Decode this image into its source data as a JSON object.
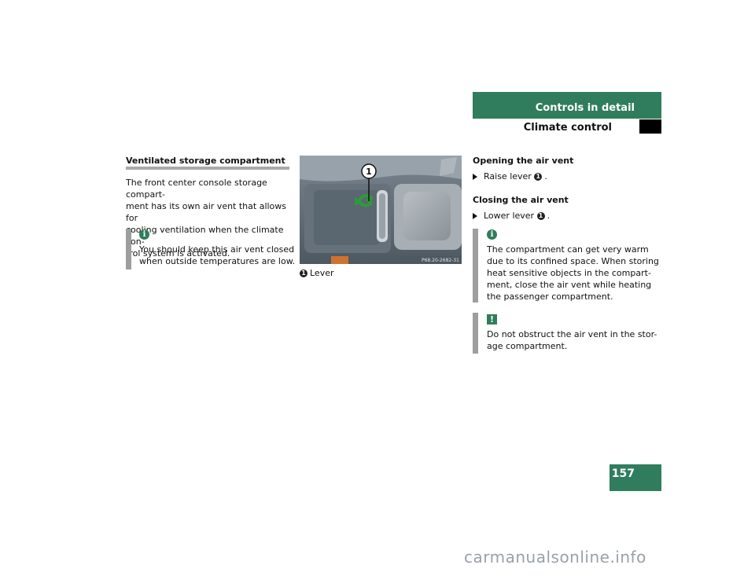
{
  "header": {
    "section": "Controls in detail",
    "subsection": "Climate control",
    "page_number": "157",
    "accent_color": "#2f7d5d"
  },
  "left": {
    "heading": "Ventilated storage compartment",
    "lines": [
      "The front center console storage compart-",
      "ment has its own air vent that allows for",
      "cooling ventilation when the climate con-",
      "trol system is activated."
    ],
    "info_icon": "i",
    "info_lines": [
      "You should keep this air vent closed",
      "when outside temperatures are low."
    ]
  },
  "figure": {
    "callout": "1",
    "code": "P68.20-2682-31",
    "caption_num": "1",
    "caption": "Lever"
  },
  "right": {
    "open_heading": "Opening the air vent",
    "open_step": "Raise lever",
    "open_num": "1",
    "close_heading": "Closing the air vent",
    "close_step": "Lower lever",
    "close_num": "1",
    "info_icon": "i",
    "info_lines": [
      "The compartment can get very warm",
      "due to its confined space. When storing",
      "heat sensitive objects in the compart-",
      "ment, close the air vent while heating",
      "the passenger compartment."
    ],
    "warn_icon": "!",
    "warn_lines": [
      "Do not obstruct the air vent in the stor-",
      "age compartment."
    ]
  },
  "watermark": "carmanualsonline.info"
}
